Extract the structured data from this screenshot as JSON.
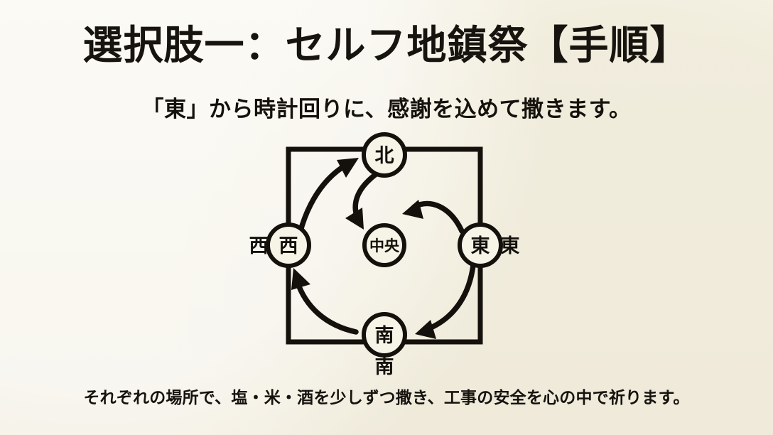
{
  "slide": {
    "title": "選択肢一：セルフ地鎮祭【手順】",
    "subtitle": "「東」から時計回りに、感謝を込めて撒きます。",
    "caption": "それぞれの場所で、塩・米・酒を少しずつ撒き、工事の安全を心の中で祈ります。"
  },
  "colors": {
    "background": "#f6f3e7",
    "ink": "#14110c"
  },
  "diagram": {
    "nodes": {
      "north": {
        "circle_label": "北",
        "outer_label": ""
      },
      "west": {
        "circle_label": "西",
        "outer_label": "西"
      },
      "east": {
        "circle_label": "東",
        "outer_label": "東"
      },
      "south": {
        "circle_label": "南",
        "outer_label": "南"
      },
      "center": {
        "circle_label": "中央",
        "outer_label": ""
      }
    },
    "flow_order": [
      "東",
      "南",
      "西",
      "北",
      "中央"
    ],
    "arrows": [
      {
        "from": "東",
        "to": "南"
      },
      {
        "from": "南",
        "to": "西"
      },
      {
        "from": "西",
        "to": "北"
      },
      {
        "from": "北",
        "to": "中央"
      },
      {
        "from": "東",
        "to": "中央"
      }
    ]
  }
}
